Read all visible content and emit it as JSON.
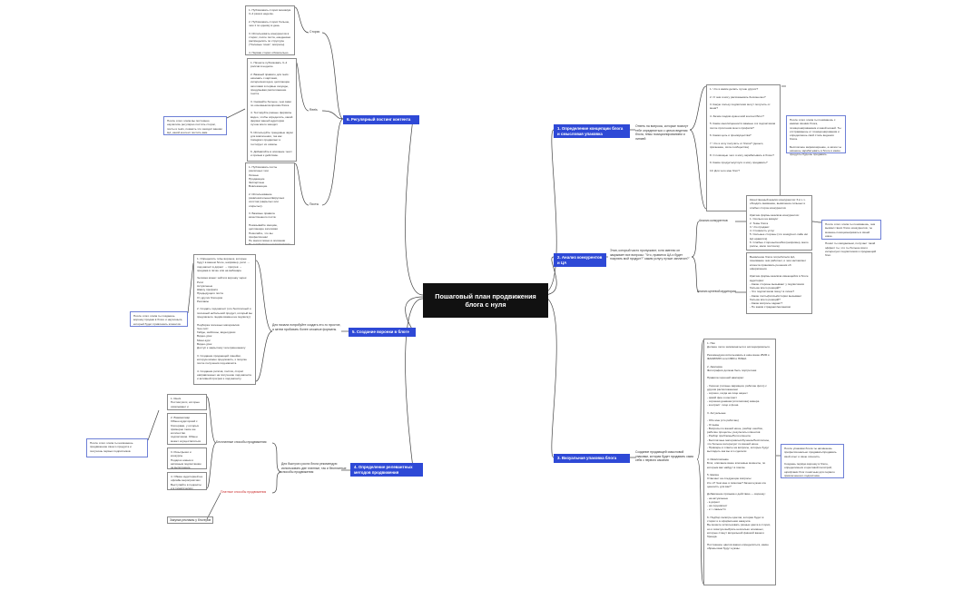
{
  "central": "Пошаговый план продвижения блога с нуля",
  "branches": {
    "b1": "1. Определение концепции блога и смысловая упаковка",
    "b2": "2. Анализ конкурентов и ЦА",
    "b3": "3. Визуальная упаковка блога",
    "b4": "4. Определение релевантных методов продвижения",
    "b5": "5. Создание воронки в блоге",
    "b6": "6. Регулярный постинг контента"
  },
  "labels": {
    "b1_text": "Ответь на вопросы, которые помогут тебе определиться с целью ведения блога, темы позиционированием и линией",
    "b2_text": "Этап, который часто пропускают, хотя именно он закрывает все вопросы: \"Что, нравится ЦА и будет покупать мой продукт?\" каким услугу лучше заплатил?\"",
    "b3_text": "Создание продающей смысловой упаковки, которая будет продавать сама себя с первого касания",
    "b4_text": "Для быстрого роста блога рекомендую использовать две платные, так и бесплатные способы продвижения",
    "b5_text": "Для начала попробуйте создать это-то простое, а затем пробовать более сложные форматы.",
    "b2_sub1": "Анализ конкурентов",
    "b2_sub2": "Анализ целевой аудитории",
    "b4_sub_free": "Бесплатные способы продвижения",
    "b4_sub_paid": "Платные способы продвижения",
    "b4_paid_item": "Закупка рекламы у блогеров",
    "b6_sub_stories": "Сторис",
    "b6_sub_reels": "Reels",
    "b6_sub_posts": "Посты"
  },
  "notes": {
    "b1": "После этого этапа ты понимаешь с какими своими блога, позиционированием и какой нишей. Ты отстраиваешь от позиционирования и определяешь свой стиль ведения блога.\n\nБесплатное мировоззрение, а затем ты начнешь зарабатывать в блоге и какие продукты будешь продавать.",
    "b2": "После этого этапа ты понимаешь, чем вызвал твоих блоге конкурентов, ты можешь позиционировать в своей нише.\n\nПонял ты ожидаемым, получает такой эффект ты, что ты больше всего интересуют подписчиков и продающий блог.",
    "b3": "После упаковки блога ты начинаешь профессионально продавать/продавать свой опыт и свою личность.\n\nСоздашь первую воронку в блоге, определишься и цветовой палитрой, шрифтами блог понятным для первого привлеченного подписчика.",
    "b4": "После этого этапа ты начинаешь продвижение своего продукта и получишь первых подписчиков.",
    "b5": "После этого этапа ты создаешь воронку продаж в блоге и научишься, который будет привлекать клиентов.",
    "b6": "После этого этапа вы постоянно научились регулярно постить сторис, посты и reels, помнить что заходит вашим ЦА, какой контент постить вам."
  },
  "cards": {
    "b1_list": "1. Что я каким делать лучше других?\n\n2. О чем я могу рассказывать бесконечно?\n\n3. Какую пользу подписчики могут получить от меня?\n\n4. Зачем людям нужен мой контент/блог?\n\n5. Какие мысли/ценности важные я в подписчиков после прочтения моего профиля?\n\n6. Какая цель и преимущества?\n\n7. Что я хочу получить от блога? (деньги, признание, сила сообщества)\n\n8. С помощью чего я могу зарабатывать в блоге?\n\n9. Какие продукты/услуги я могу продавать?\n\n10. Для чего мне блог?",
    "b2_comp": "Качественный анализ конкурентов: 6 в ч.ч. обходить внимание, выявление сильных и слабых сторон конкурентов\n\nКраткие формы анализа конкурентов:\n1. Скольно на аккаунт\n2. Темы блога\n3. Что продают\n4. Стоимость услуг\n5. Сильные стороны (что конкурент-лайн им ЦА нравятся)\n6. Слабые стороны/ошибки (например, мало рилсы, мало постинга)",
    "b2_ta": "Выявление блога потребителя ЦА, понимание чем работает, и чем заставляет клиента принимать решения об оформлении.\n\nКраткие формы анализа имеющейся в блоге аудитории:\n- Какие стороны вызывают у подписчиков больше всего реакций?\n- Что подписчиков пишут в личке?\n- Какие посты/рилсы/истории вызывают больше всего реакций?\n- Какие вопросы задают?\n- По каким страдают/желаниям\n\nВидно из ответов, тем что-то тебя подписали и активно смотрят. Помни что тем, как они видят тебя и что решение.",
    "b3_list": "1. Ник\nДолжен легко запоминаться и ассоциироваться.\n\nРекомендуем использовать в нике ваше ИМЯ и ФАМИЛИЮ или ИМЯ и НИША\n\n2. Аватарка\nФотография должна быть портретная\n\nПравила хорошей аватарки:\n\n- Хорошо (личные вариации, рабочие фото) с другим расположением\n- хорошо, когда на лице акцент\n- яркий фон и контраст\n- хорошая дневная (или мягкая) камера\n- контраст: лицо и фона\n\n3. Актуальные\n\n- Обо мне (кто работаю)\n- Отзывы\n- Вопросы по вашей нише, разбор ошибок, рабочие процессы, результаты клиентов\n- Разбор проблемы/боли клиента\n- Бесплатные материалы/обучение/бесплатное, что больше интересует по вашей нише\n- Примеры и ответы на вопросы, которые будут выглядеть как вы это сделали\n\n4. Имя/описание\nБлог, описание ваше ключевые моменты, по которым вас найдут в поиске\n\n5. Шапка\nОтвечает на следующие вопросы:\nКто я? Чем мне я помогаю? Зачем нужна эта ценность для вас?\n\nДобавление призыва к действию — воронку:\n- на актуальные\n- в директ\n- на лид-магнит\n- и т. самые/тп\n\n6. Подбор палитры цветов, которая будет в сторис и в оформлении аккаунта\nВы можете использовать разные цвета в сторис, но я советую выбрать несколько основных, которые станут визуальной фишкой вашего бренда.\n\nПостоянное цветов важно определиться, какие образы вам будут нужны.",
    "b4_1": "1. Reels\nПостим рилс, которые охватывают и привлекают в воронку продаж и мотивируют подписаться",
    "b4_2": "2. Взаимопиар\nОбмен аудиторией с блогерами, у которых примерно такое же количество подписчиков. Обмен может осуществляться через сторис, через совместные публикации, прямые эфиры.",
    "b4_3": "3. Розыгрыши и конкурсы\nПодарок новым и активным подписчикам за выполнение действий, которые приведут к вам новых подписчиков",
    "b4_4": "4. Обмен аудиторией на офлайн-мероприятиях\nВыступайте в подкасты и в тематических мероприятиях, посвященных вашей нише.",
    "b5_list": "1. Определить типы воронок, которые будут в вашем блоге, например, рилс → лид-магнит в директ → прогрев → продажа в личке или на вебинаре\n\nЧеловек может зайти в воронку через:\nРилс\nАктуальные\nШапку профиля\nПредыдущего поста\nОт других блогеров\nРекламы\n\n2. Создать лид-магнит (это бесплатный и полезный небольшой продукт, который вы предлагаете людям взамен на подписку)\n\nПодборка полезных материалов\nЧек-лист\nГайды, шаблоны, видеоуроки\nВидео-урок\nМини-курс\nВидео-урок\nДоступ к закрытому телеграм-каналу\n\n3. Создание продающей линейки, которую можно предложить, к покупке после получения лид-магнита.\n\n4. Создание рилсов, постов, сторис направленных на получение лид-магнита и активной прогрев к лид-магниту.",
    "b6_stories": "1. Публиковать сторис минимум 3–4 раза в неделю.\n\n2. Публиковать сторис больше, чем 1 по одному в день\n\n3. Использовать конкурентов в сторис, после поста, ежедневно распределить по структуре (\"болевые точки\", вопросы)\n\n4. Первая сторис обязательно должна быть вовлекающей",
    "b6_reels": "1. Начните публиковать 3–4 рилсов в неделю.\n\n2. Важный правило для reels: начинать с картинки, интересная идея, цепляющие заголовки в первые секунды, продумывая расположение текста.\n\n3. Снимайте больше, чем сами по основным вопросам блога.\n\n4. Тестируйте разные форматы видео, чтобы определить, какой формат вашей аудитории лучше всего заходит.\n\n5. Используйте трендовые звуки для вовлечения, так как Instagram продвигает и тестирует их охваты.\n\n6. Добавляйте в описание текст и призыв к действию.\n\n7. Создавайте перечень рилс, например: подписаться (и таким образом подписчики ищут) в подписку.",
    "b6_posts": "1. Публиковать посты различных тем:\nЛичные\nПродающие\nЭкспертные\nВовлекающие\n\n2. Использование развлекательных/вирусных холстов (закрытых или открытых).\n\n3. Базовые правила качественного поста:\n\nПоказывайте эмоцию, цепляющие заголовки\nПомогайте, что вы профессионал\nНе многословно в описании\nНе теряй связи с подписчиками\nПиши о своей сфере деятельности\nНе пиши длинные тексты\nНе бросайте постить в один пост, всё, что важно"
  }
}
